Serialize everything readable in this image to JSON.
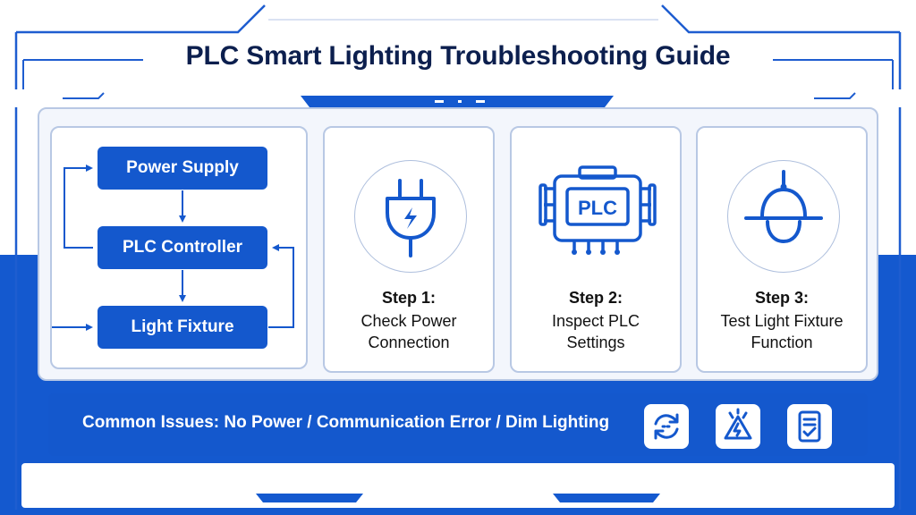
{
  "title": "PLC Smart Lighting Troubleshooting Guide",
  "flow": {
    "nodes": [
      "Power Supply",
      "PLC Controller",
      "Light Fixture"
    ]
  },
  "steps": [
    {
      "title": "Step 1:",
      "desc": "Check Power Connection",
      "icon": "plug-icon"
    },
    {
      "title": "Step 2:",
      "desc": "Inspect PLC Settings",
      "icon": "plc-module-icon",
      "icon_text": "PLC"
    },
    {
      "title": "Step 3:",
      "desc": "Test Light Fixture Function",
      "icon": "pendant-lamp-icon"
    }
  ],
  "issues": {
    "text": "Common Issues: No Power / Communication Error / Dim Lighting",
    "icons": [
      "refresh-icon",
      "warning-icon",
      "checklist-icon"
    ]
  },
  "colors": {
    "brand_blue": "#1458cd",
    "title_navy": "#0c1f4e",
    "frame_border": "#b8c8e4"
  }
}
